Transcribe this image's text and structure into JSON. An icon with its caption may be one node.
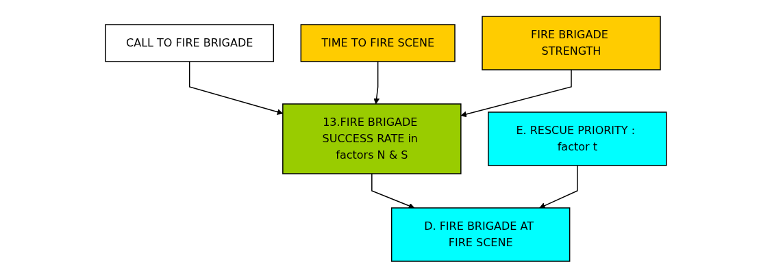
{
  "diagram": {
    "nodes": [
      {
        "text": [
          "CALL TO FIRE BRIGADE"
        ]
      },
      {
        "text": [
          "TIME TO FIRE SCENE"
        ]
      },
      {
        "text": [
          "FIRE BRIGADE STRENGTH"
        ]
      },
      {
        "text": [
          "13.FIRE BRIGADE SUCCESS RATE in factors N & S"
        ]
      },
      {
        "text": [
          "D. FIRE BRIGADE AT FIRE SCENE"
        ]
      },
      {
        "text": [
          "E. RESCUE PRIORITY : factor t"
        ]
      }
    ],
    "edges": [
      {
        "from": 0,
        "to": 3,
        "arrow": "to"
      },
      {
        "from": 1,
        "to": 3,
        "arrow": "to"
      },
      {
        "from": 2,
        "to": 3,
        "arrow": "to"
      },
      {
        "from": 3,
        "to": 4,
        "arrow": "to"
      },
      {
        "from": 5,
        "to": 4,
        "arrow": "to"
      }
    ]
  }
}
